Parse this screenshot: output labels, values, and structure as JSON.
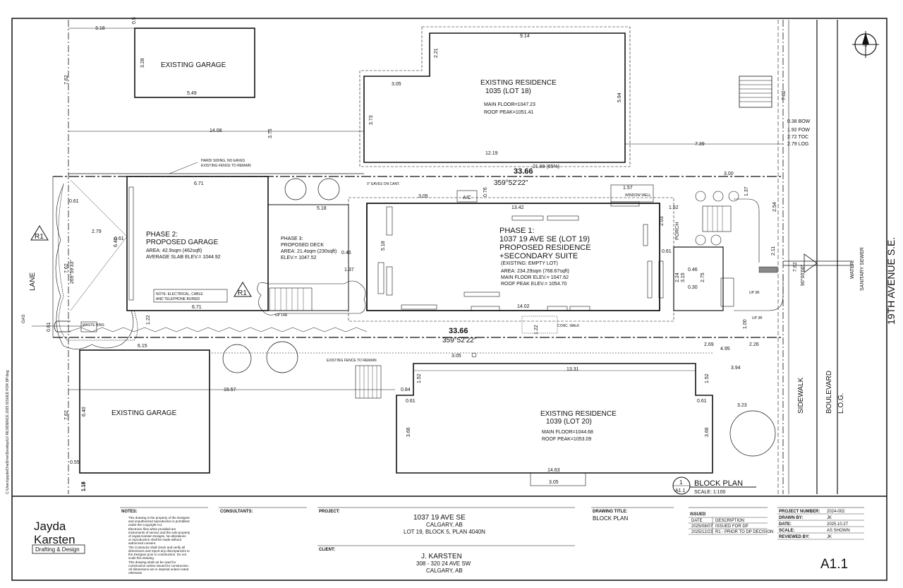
{
  "sheet": {
    "path": "C:\\Users\\jayda\\OneDrive\\Desktop\\LV RESIDENCE 2025 ISSUED FOR DP.dwg",
    "north_letter": "N"
  },
  "lots": {
    "lot18": {
      "garage_label": "EXISTING GARAGE",
      "res_name": "EXISTING RESIDENCE",
      "res_lot": "1035 (LOT 18)",
      "main_floor": "MAIN FLOOR=1047.23",
      "roof_peak": "ROOF PEAK=1051.41",
      "hardi": "HARDI SIDING, NO EAVES",
      "fence": "EXISTING FENCE TO REMAIN"
    },
    "lot20": {
      "garage_label": "EXISTING GARAGE",
      "res_name": "EXISTING RESIDENCE",
      "res_lot": "1039 (LOT 20)",
      "main_floor": "MAIN FLOOR=1044.68",
      "roof_peak": "ROOF PEAK=1053.09",
      "fence": "EXISTING FENCE TO REMAIN"
    },
    "lot19": {
      "phase1_title": "PHASE 1:",
      "phase1_l2": "1037 19 AVE SE (LOT 19)",
      "phase1_l3": "PROPOSED RESIDENCE",
      "phase1_l4": "+SECONDARY SUITE",
      "phase1_l5": "(EXISTING: EMPTY LOT)",
      "phase1_area": "AREA: 234.29sqm (768.67sqft)",
      "phase1_main": "MAIN FLOOR ELEV.= 1047.62",
      "phase1_roof": "ROOF PEAK ELEV.= 1054.70",
      "phase2_title": "PHASE 2:",
      "phase2_l2": "PROPOSED GARAGE",
      "phase2_area": "AREA: 42.9sqm (462sqft)",
      "phase2_slab": "AVERAGE SLAB ELEV.= 1044.92",
      "phase3_title": "PHASE 3:",
      "phase3_l2": "PROPOSED DECK",
      "phase3_area": "AREA: 21.4sqm (230sqft)",
      "phase3_elev": "ELEV.= 1047.52",
      "note_elec": "NOTE: ELECTRICAL, CABLE",
      "note_elec2": "AND TELEPHONE BURIED",
      "eaves_on": "0\" EAVES ON CANT.",
      "ac": "A/C",
      "porch": "PORCH",
      "conc_walk": "CONC. WALK",
      "window_well": "WINDOW WELL",
      "up14r": "UP 14R",
      "up3r": "UP 3R",
      "waste_bins": "WASTE BINS"
    },
    "bearing_top": "359°52'22\"",
    "bearing_bot": "359°52'22\"",
    "bearing_right": "90°00'00\"",
    "bearing_left": "269°59'33\"",
    "lot_len": "33.66",
    "lot_w": "7.62"
  },
  "dims": {
    "d318": "3.18",
    "d05": "0.5",
    "d328": "3.28",
    "d549": "5.49",
    "d762a": "7.62",
    "d1408": "14.08",
    "d375": "3.75",
    "d914": "9.14",
    "d221": "2.21",
    "d305a": "3.05",
    "d373": "3.73",
    "d594": "5.94",
    "d1219": "12.19",
    "d2188": "21.88 (65%)",
    "d739": "7.39",
    "d038": "0.38 BOW",
    "d192": "1.92 FOW",
    "d272": "2.72 TOC",
    "d279": "2.79 LOG",
    "d300": "3.00",
    "d671a": "6.71",
    "d061a": "0.61",
    "d279b": "2.79",
    "d518": "5.18",
    "d305b": "3.05",
    "d076": "0.76",
    "d1342": "13.42",
    "d157": "1.57",
    "d152": "1.52",
    "d203": "2.03",
    "d254": "2.54",
    "d137": "1.37",
    "d275": "2.75",
    "d1402": "14.02",
    "d122": "1.22",
    "d671b": "6.71",
    "d615": "6.15",
    "d1557": "15.57",
    "d084": "0.84",
    "d305c": "3.05",
    "d1331": "13.31",
    "d394": "3.94",
    "d640": "6.40",
    "d055": "0.55",
    "d118": "1.18",
    "d366": "3.66",
    "d1463": "14.63",
    "d305d": "3.05",
    "d323": "3.23",
    "d269": "2.69",
    "d226": "2.26",
    "d495": "4.95",
    "d046": "0.46",
    "d030": "0.30",
    "d224": "2.24",
    "d315": "3.15",
    "d100": "1.00",
    "d211": "2.11"
  },
  "street": {
    "ave": "19TH AVENUE S.E.",
    "lane": "LANE",
    "sidewalk": "SIDEWALK",
    "boulevard": "BOULEVARD",
    "log": "L.O.G.",
    "water": "WATER",
    "sanitary": "SANITARY SEWER",
    "gas": "GAS"
  },
  "callouts": {
    "r1": "R1",
    "detail_num": "1",
    "detail_sheet": "A1.1",
    "plan_title": "BLOCK PLAN",
    "plan_scale": "SCALE: 1:100"
  },
  "titleblock": {
    "firm1": "Jayda",
    "firm2": "Karsten",
    "firm3": "Drafting & Design",
    "notes_h": "NOTES:",
    "notes": [
      "This drawing is the property of the Designer",
      "and unauthorized reproduction is prohibited",
      "under the Copyright Act.",
      "Electronic files when provided are",
      "instruments of service and the sole property",
      "of Jayda Karsten Designs. No alterations",
      "or reproduction shall be made without",
      "authorized consent.",
      "The Contractor shall check and verify all",
      "dimensions and report any discrepancies to",
      "the Designer prior to construction. Do not",
      "scale this drawing.",
      "This drawing shall not be used for",
      "construction unless issued for construction.",
      "All dimensions are in imperial unless noted",
      "otherwise"
    ],
    "consultants_h": "CONSULTANTS:",
    "project_h": "PROJECT:",
    "project_1": "1037 19 AVE SE",
    "project_2": "CALGARY, AB",
    "project_3": "LOT 19, BLOCK 5, PLAN 4040N",
    "client_h": "CLIENT:",
    "client_1": "J. KARSTEN",
    "client_2": "308 - 320 24 AVE SW",
    "client_3": "CALGARY, AB",
    "dwg_title_h": "DRAWING TITLE:",
    "dwg_title": "BLOCK PLAN",
    "issued_h": "ISSUED",
    "issued_cols": [
      "DATE",
      "DESCRIPTION"
    ],
    "issued_rows": [
      [
        "2025/08/07",
        "ISSUED FOR DP"
      ],
      [
        "2025/12/23",
        "R1 - PRIOR TO DP DECISION"
      ]
    ],
    "meta": [
      [
        "PROJECT NUMBER:",
        "2024-002"
      ],
      [
        "DRAWN BY:",
        "JK"
      ],
      [
        "DATE:",
        "2025.10.27"
      ],
      [
        "SCALE:",
        "AS SHOWN"
      ],
      [
        "REVIEWED BY:",
        "JK"
      ]
    ],
    "sheet_no": "A1.1"
  }
}
